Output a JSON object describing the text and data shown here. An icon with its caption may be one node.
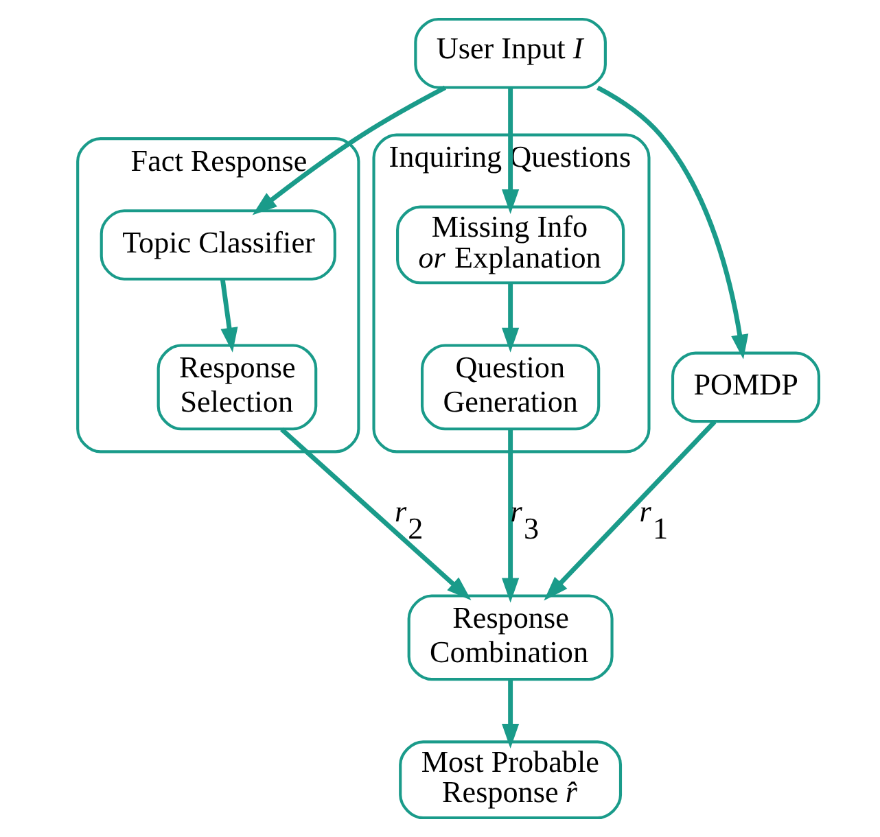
{
  "diagram": {
    "nodes": [
      {
        "text": [
          "User Input *I*"
        ]
      },
      {
        "text": [
          "POMDP"
        ]
      },
      {
        "text": [
          "Fact Response"
        ]
      },
      {
        "text": [
          "Topic Classifier"
        ],
        "in": 2
      },
      {
        "text": [
          "Response Selection"
        ],
        "in": 2
      },
      {
        "text": [
          "Inquiring Questions"
        ]
      },
      {
        "text": [
          "Missing Info *or* Explanation"
        ],
        "in": 5
      },
      {
        "text": [
          "Question Generation"
        ],
        "in": 5
      },
      {
        "text": [
          "Response Combination"
        ]
      },
      {
        "text": [
          "Most Probable Response *r̂*"
        ]
      }
    ],
    "edges": [
      {
        "from": 0,
        "to": 1,
        "arrow": "to"
      },
      {
        "from": 0,
        "to": 3,
        "arrow": "to"
      },
      {
        "from": 0,
        "to": 6,
        "arrow": "to"
      },
      {
        "from": 3,
        "to": 4,
        "arrow": "to"
      },
      {
        "from": 6,
        "to": 7,
        "arrow": "to"
      },
      {
        "from": 1,
        "to": 8,
        "arrow": "to",
        "label": "*r*$_{1}$"
      },
      {
        "from": 4,
        "to": 8,
        "arrow": "to",
        "label": "*r*$_{2}$"
      },
      {
        "from": 7,
        "to": 8,
        "arrow": "to",
        "label": "*r*$_{3}$"
      },
      {
        "from": 8,
        "to": 9,
        "arrow": "to"
      }
    ]
  }
}
